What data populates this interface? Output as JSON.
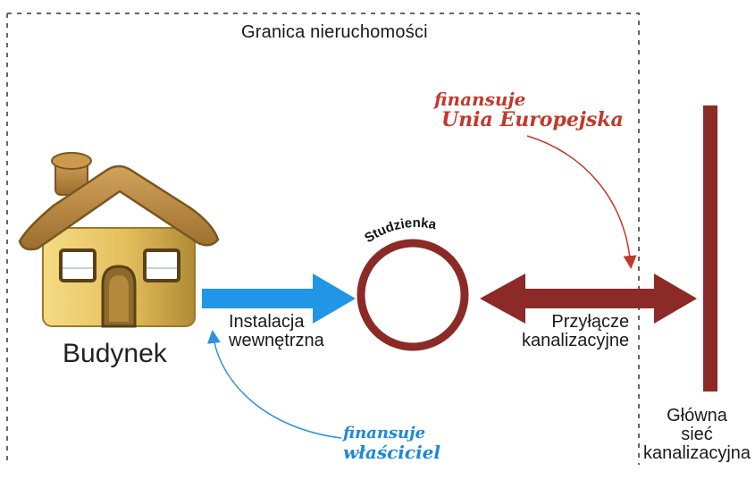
{
  "boundary_label": "Granica nieruchomości",
  "building_label": "Budynek",
  "manhole_label": "Studzienka",
  "inner_install_label": [
    "Instalacja",
    "wewnętrzna"
  ],
  "connection_label": [
    "Przyłącze",
    "kanalizacyjne"
  ],
  "main_sewer_label": [
    "Główna",
    "sieć",
    "kanalizacyjna"
  ],
  "funding_eu": [
    "finansuje",
    "Unia Europejska"
  ],
  "funding_owner": [
    "finansuje",
    "właściciel"
  ],
  "colors": {
    "blue_arrow": "#2196e6",
    "red_arrow": "#8b2a26",
    "eu_annotation": "#c0392b",
    "owner_annotation": "#1e88d8",
    "boundary": "#555555",
    "house_wall": "#e8c86a",
    "house_roof": "#b38645"
  }
}
